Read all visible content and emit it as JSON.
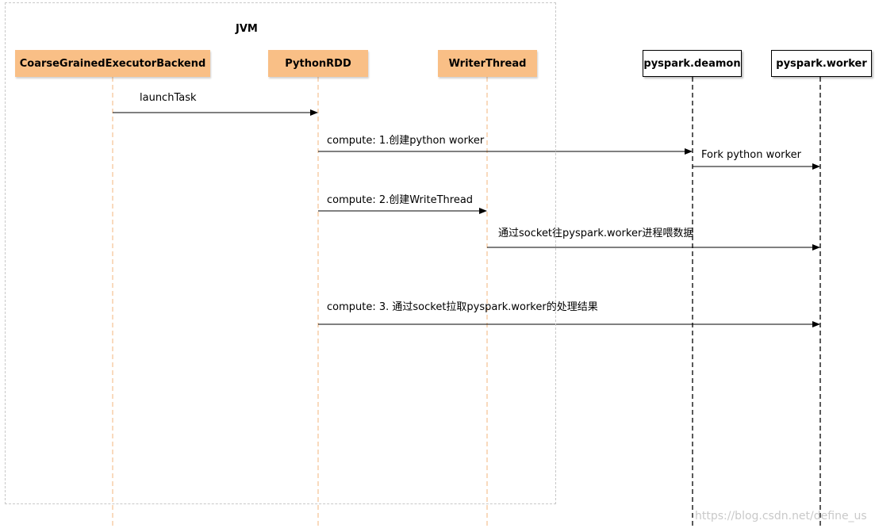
{
  "jvm_group": {
    "label": "JVM"
  },
  "actors": {
    "coarse": "CoarseGrainedExecutorBackend",
    "python_rdd": "PythonRDD",
    "writer_thread": "WriterThread",
    "daemon": "pyspark.deamon",
    "worker": "pyspark.worker"
  },
  "messages": {
    "launch_task": "launchTask",
    "create_worker": "compute: 1.创建python worker",
    "fork_worker": "Fork python worker",
    "create_writer": "compute: 2.创建WriteThread",
    "feed_data": "通过socket往pyspark.worker进程喂数据",
    "pull_result": "compute: 3. 通过socket拉取pyspark.worker的处理结果"
  },
  "colors": {
    "jvm_actor_fill": "#f9bf86",
    "jvm_lifeline": "#f6c79a",
    "ext_lifeline": "#000000",
    "group_border": "#c8c8c8"
  },
  "watermark": "https://blog.csdn.net/define_us"
}
